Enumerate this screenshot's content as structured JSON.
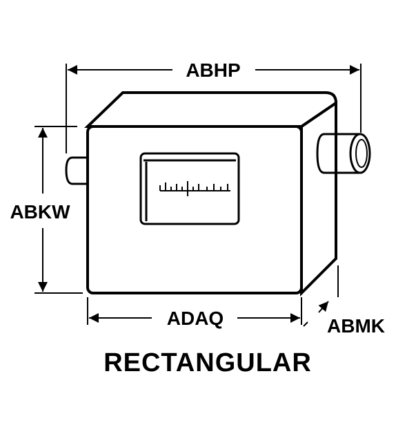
{
  "labels": {
    "overall_width": "ABHP",
    "body_height": "ABKW",
    "body_width": "ADAQ",
    "depth": "ABMK"
  },
  "caption": "RECTANGULAR",
  "colors": {
    "ink": "#000000",
    "background": "#ffffff"
  }
}
